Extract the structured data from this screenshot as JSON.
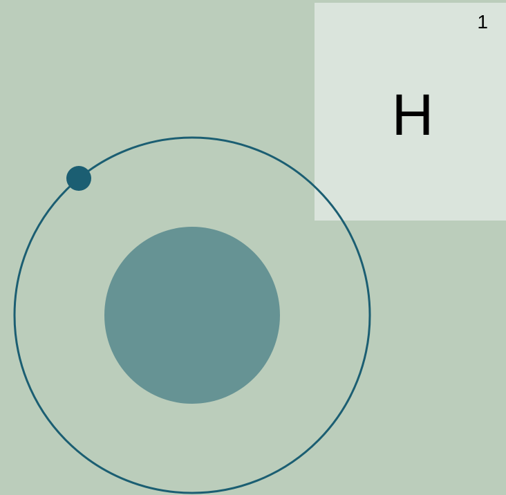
{
  "colors": {
    "background": "#bbcdbb",
    "card": "#dae4dc",
    "orbit": "#1b5e72",
    "electron": "#1b5e72",
    "nucleus": "#669394"
  },
  "element": {
    "atomic_number": "1",
    "symbol": "H"
  },
  "atom": {
    "electron_count": 1,
    "shell_count": 1
  }
}
